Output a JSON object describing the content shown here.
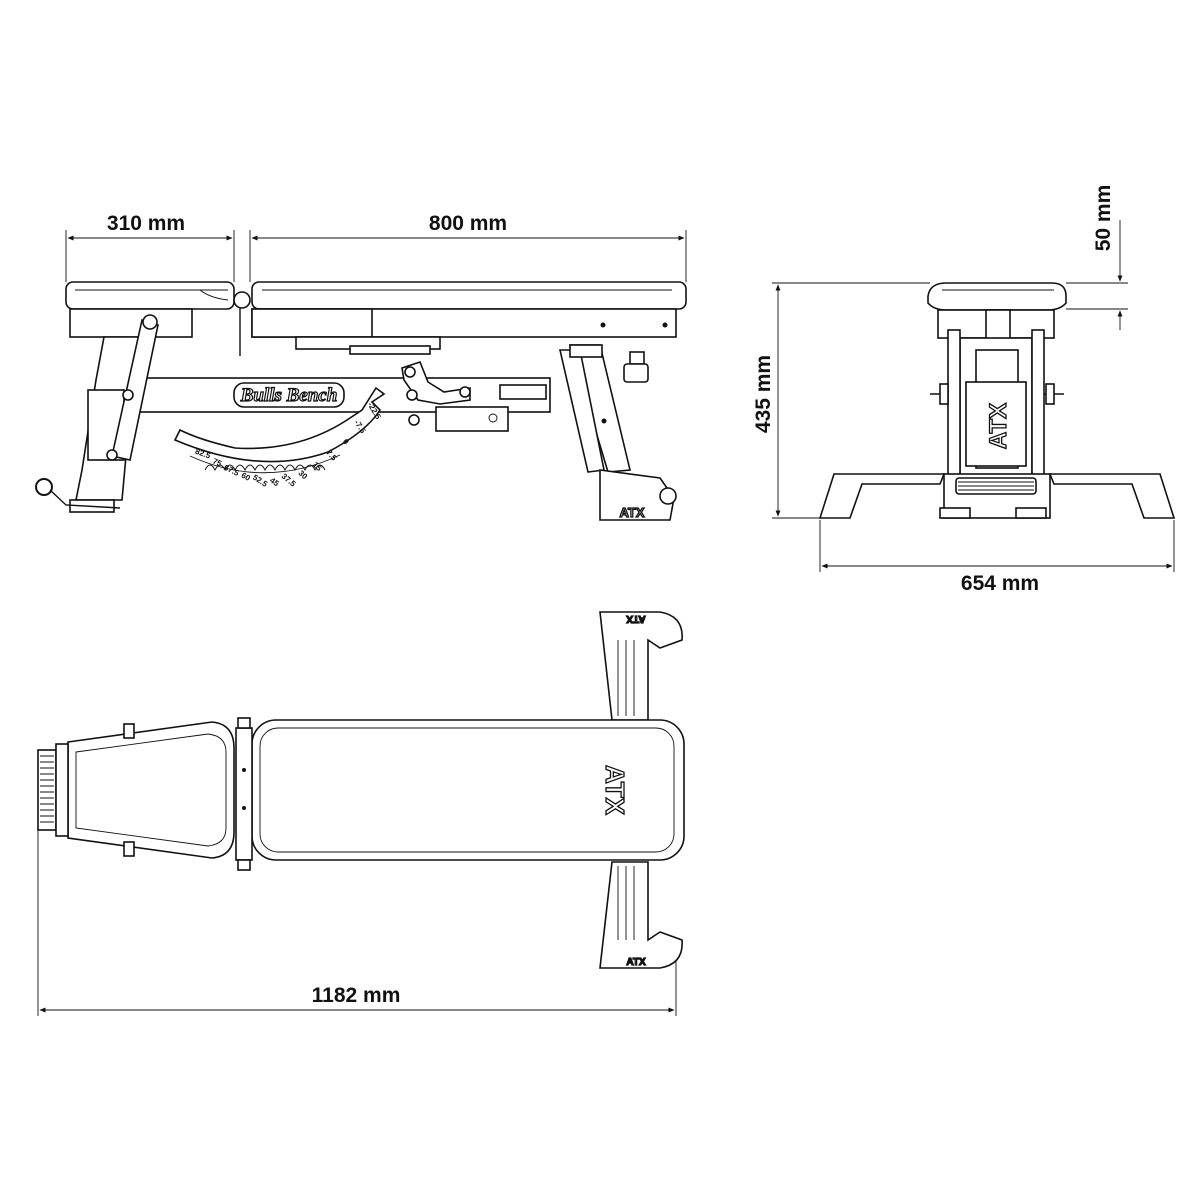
{
  "dimensions": {
    "side_view": {
      "seat_length": "310 mm",
      "back_length": "800 mm"
    },
    "front_view": {
      "pad_thickness": "50 mm",
      "height": "435 mm",
      "width": "654 mm"
    },
    "top_view": {
      "total_length": "1182 mm"
    }
  },
  "branding": {
    "product_name": "Bulls Bench",
    "logo": "ATX"
  },
  "angle_scale": [
    "-22.5",
    "-7.5",
    "0",
    "7.5",
    "15",
    "30",
    "37.5",
    "45",
    "52.5",
    "60",
    "67.5",
    "75",
    "82.5"
  ]
}
